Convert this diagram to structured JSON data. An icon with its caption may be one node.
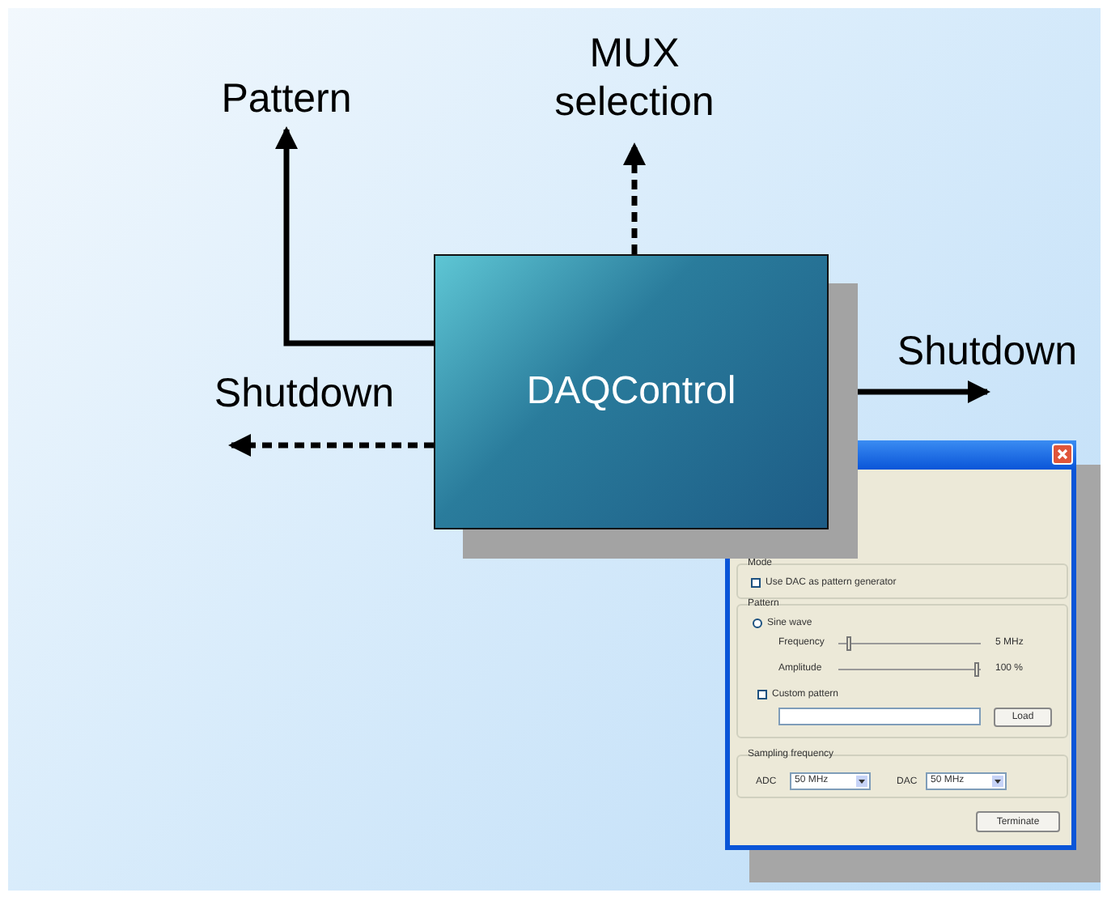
{
  "diagram": {
    "nodes": [
      {
        "text": [
          "DAQControl"
        ]
      },
      {
        "text": [
          "Pattern"
        ]
      },
      {
        "text": [
          "MUX selection"
        ]
      },
      {
        "text": [
          "Shutdown"
        ]
      },
      {
        "text": [
          "Shutdown"
        ]
      }
    ],
    "edges": [
      {
        "from": 0,
        "to": 1,
        "arrow": "to"
      },
      {
        "from": 0,
        "to": 2,
        "arrow": "to",
        "style": "dashed"
      },
      {
        "from": 0,
        "to": 3,
        "arrow": "to"
      },
      {
        "from": 0,
        "to": 4,
        "arrow": "to",
        "style": "dashed"
      }
    ],
    "labels": [
      "Mode",
      "Use DAC as pattern generator",
      "Pattern",
      "Sine wave",
      "Frequency",
      "5 MHz",
      "Amplitude",
      "100 %",
      "Custom pattern",
      "Load",
      "Sampling frequency",
      "ADC",
      "50 MHz",
      "DAC",
      "50 MHz",
      "Terminate"
    ]
  }
}
